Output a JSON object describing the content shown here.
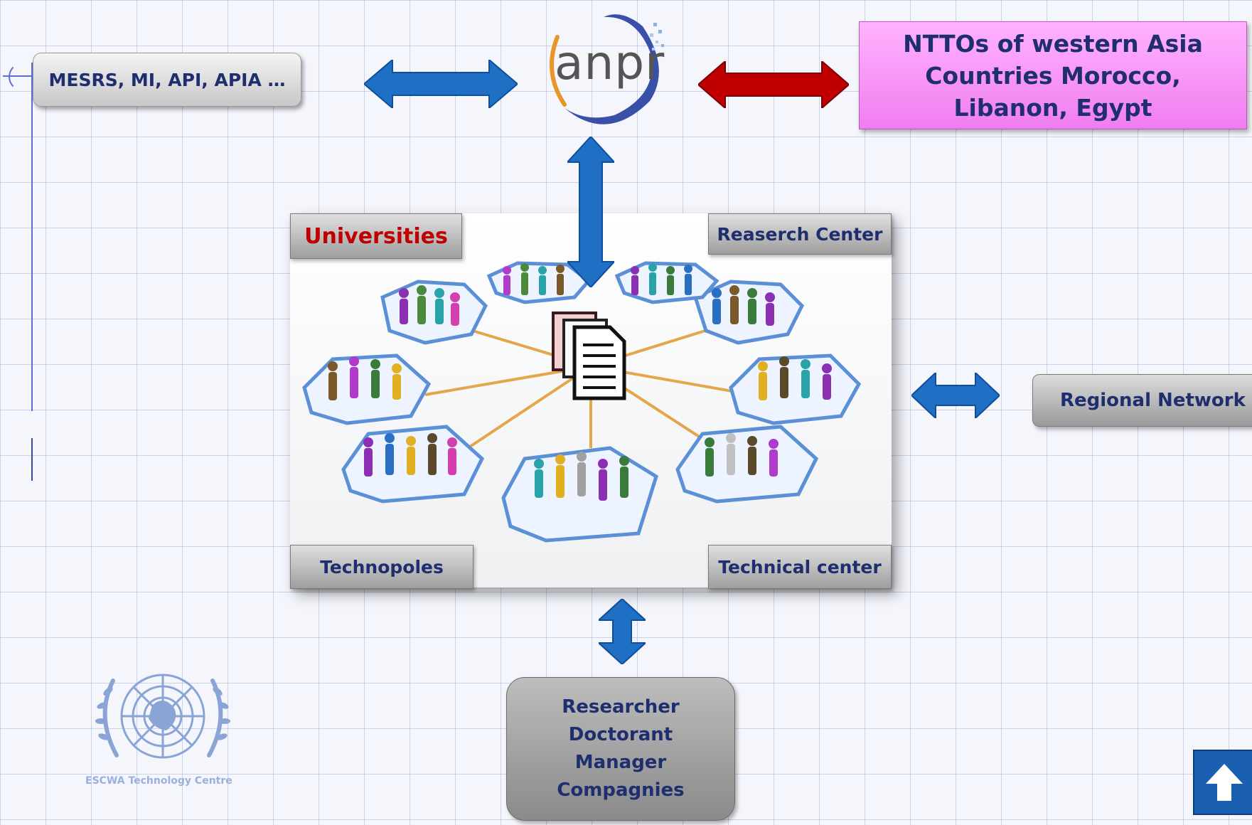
{
  "top_left_box": {
    "label": "MESRS, MI, API, APIA …"
  },
  "logo": {
    "text": "anpr"
  },
  "ntto_box": {
    "lines": [
      "NTTOs of western Asia",
      "Countries Morocco,",
      "Libanon, Egypt"
    ]
  },
  "center": {
    "universities": "Universities",
    "research_center": "Reaserch Center",
    "technopoles": "Technopoles",
    "technical_center": "Technical center"
  },
  "regional_box": {
    "label": "Regional Network"
  },
  "bottom_box": {
    "lines": [
      "Researcher",
      "Doctorant",
      "Manager",
      "Compagnies"
    ]
  },
  "un_logo": {
    "caption": "ESCWA Technology Centre"
  },
  "colors": {
    "arrow_blue": "#1f6fc4",
    "arrow_red": "#c00000",
    "text_navy": "#1f2e6e",
    "univ_red": "#c00000"
  }
}
